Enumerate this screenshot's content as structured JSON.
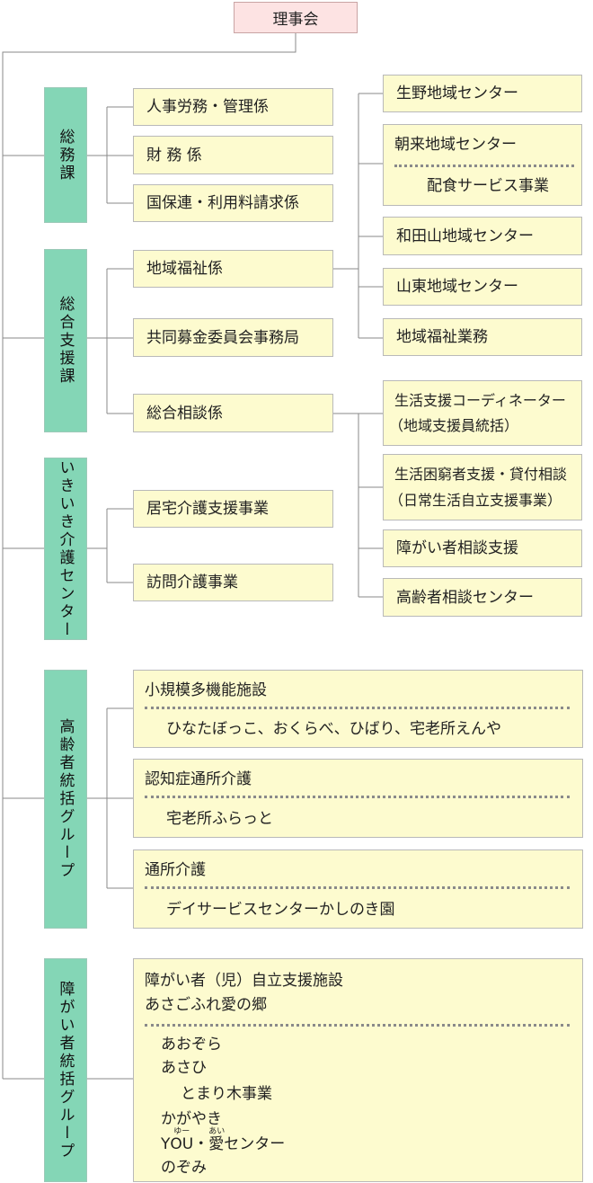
{
  "top": "理事会",
  "departments": {
    "general_affairs": "総務課",
    "general_support": "総合支援課",
    "ikiiki": "いきいき介護センター",
    "elderly": "高齢者統括グループ",
    "disability": "障がい者統括グループ"
  },
  "sections": {
    "hr": "人事労務・管理係",
    "finance": "財 務 係",
    "kokuho": "国保連・利用料請求係",
    "welfare": "地域福祉係",
    "kyodo": "共同募金委員会事務局",
    "consult": "総合相談係",
    "kyotaku": "居宅介護支援事業",
    "homon": "訪問介護事業"
  },
  "regional": {
    "ikuno": "生野地域センター",
    "asago_title": "朝来地域センター",
    "asago_sub": "配食サービス事業",
    "wadayama": "和田山地域センター",
    "santo": "山東地域センター",
    "welfare_work": "地域福祉業務"
  },
  "consult_units": {
    "coordinator_1": "生活支援コーディネーター",
    "coordinator_2": "（地域支援員統括）",
    "poverty_1": "生活困窮者支援・貸付相談",
    "poverty_2": "（日常生活自立支援事業）",
    "disability": "障がい者相談支援",
    "elderly": "高齢者相談センター"
  },
  "elderly_units": {
    "shokibo_title": "小規模多機能施設",
    "shokibo_list": "ひなたぼっこ、おくらべ、ひばり、宅老所えんや",
    "ninchi_title": "認知症通所介護",
    "ninchi_list": "宅老所ふらっと",
    "tsusho_title": "通所介護",
    "tsusho_list": "デイサービスセンターかしのき園"
  },
  "disability_units": {
    "title_1": "障がい者（児）自立支援施設",
    "title_2": "あさごふれ愛の郷",
    "item_1": "あおぞら",
    "item_2": "あさひ",
    "item_3": "とまり木事業",
    "item_4": "かがやき",
    "item_5_prefix": "Y",
    "item_5_you": "OU",
    "item_5_you_ruby": "ゆー",
    "item_5_dot": "・",
    "item_5_ai": "愛",
    "item_5_ai_ruby": "あい",
    "item_5_suffix": "センター",
    "item_6": "のぞみ"
  }
}
